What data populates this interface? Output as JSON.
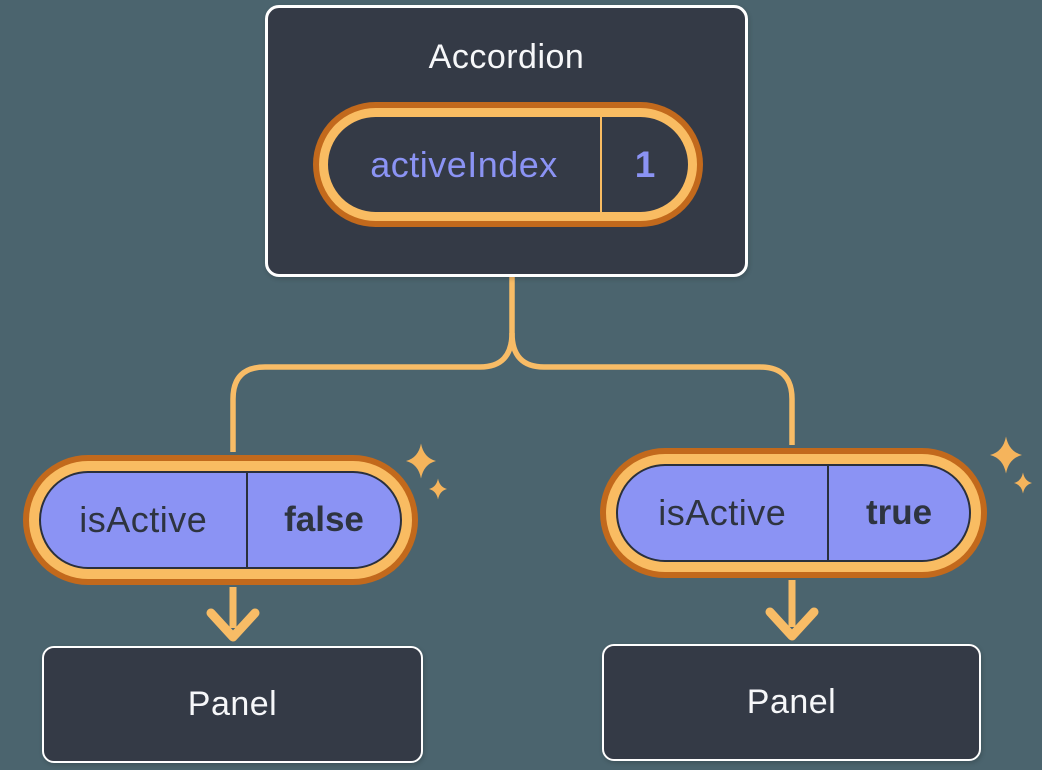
{
  "colors": {
    "background": "#4B646E",
    "card_bg": "#343A46",
    "card_border": "#FFFFFF",
    "text_light": "#F6F7F9",
    "text_dark": "#2E3440",
    "outline": "#2A303C",
    "purple": "#8B93F4",
    "orange_dark": "#C2691C",
    "orange_light": "#F9BC62",
    "line_orange": "#F8BC66",
    "sparkle_orange": "#F5B45C"
  },
  "icons": {
    "sparkle": "four-point-star"
  },
  "diagram": {
    "root": {
      "title": "Accordion",
      "state": {
        "name": "activeIndex",
        "value": "1"
      }
    },
    "children": [
      {
        "prop": {
          "name": "isActive",
          "value": "false"
        },
        "target": {
          "title": "Panel"
        }
      },
      {
        "prop": {
          "name": "isActive",
          "value": "true"
        },
        "target": {
          "title": "Panel"
        }
      }
    ]
  }
}
